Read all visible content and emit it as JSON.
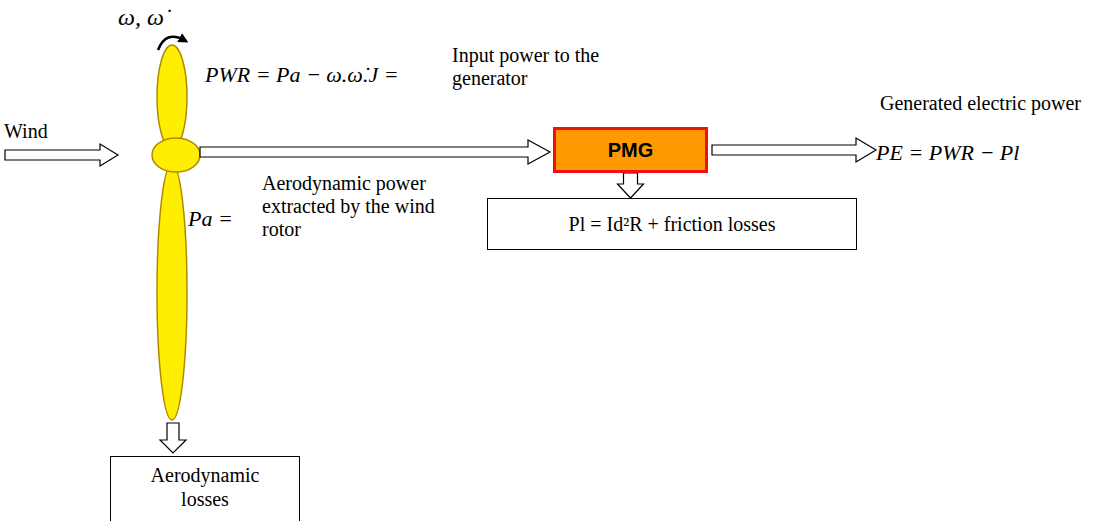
{
  "diagram": {
    "nodes": [
      {
        "text": [
          "PMG"
        ]
      },
      {
        "text": [
          "Pl = Id²R + friction losses"
        ]
      },
      {
        "text": [
          "Aerodynamic losses"
        ]
      }
    ],
    "edges": [
      {
        "from": 0,
        "to": 1,
        "arrow": "to"
      }
    ],
    "labels": [
      "ω, ω̇",
      "PWR = Pa − ω.ω̇.J =",
      "Input power to the generator",
      "Wind",
      "Generated electric power",
      "PE = PWR − Pl",
      "Pa =",
      "Aerodynamic power extracted by the wind rotor"
    ]
  }
}
